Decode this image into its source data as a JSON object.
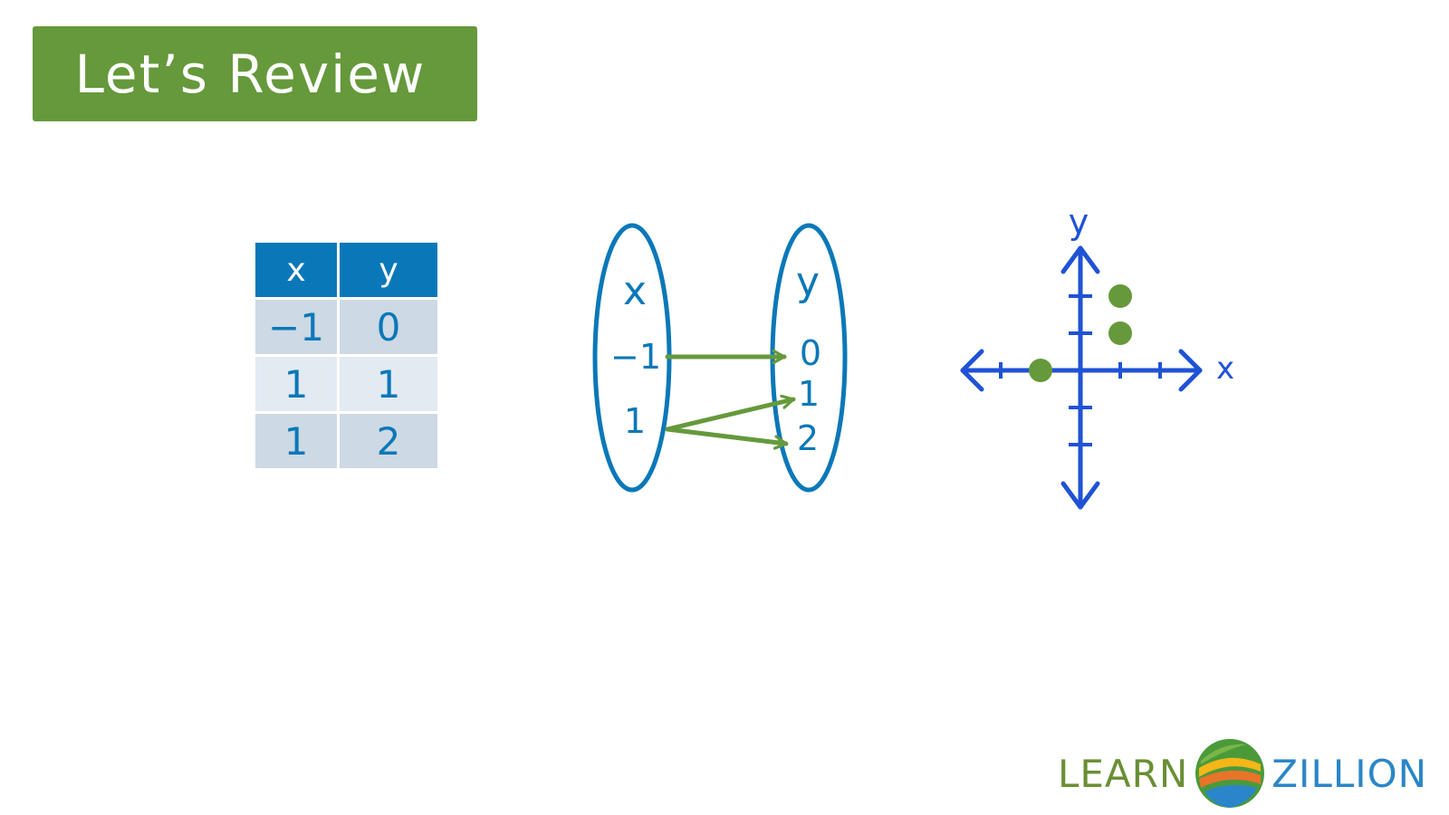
{
  "colors": {
    "green": "#65993b",
    "blue": "#0a78b8",
    "axis_blue": "#1f52d6",
    "row_dark": "#cdd9e4",
    "row_light": "#e2eaf2",
    "logo_green": "#6a8f34",
    "logo_blue": "#2a86c8"
  },
  "banner": {
    "title": "Let’s Review"
  },
  "table": {
    "headers": [
      "x",
      "y"
    ],
    "rows": [
      {
        "x": "−1",
        "y": "0"
      },
      {
        "x": "1",
        "y": "1"
      },
      {
        "x": "1",
        "y": "2"
      }
    ]
  },
  "mapping": {
    "domain_label": "x",
    "range_label": "y",
    "domain": [
      "−1",
      "1"
    ],
    "range": [
      "0",
      "1",
      "2"
    ],
    "arrows": [
      {
        "from": "−1",
        "to": "0"
      },
      {
        "from": "1",
        "to": "1"
      },
      {
        "from": "1",
        "to": "2"
      }
    ]
  },
  "graph": {
    "x_label": "x",
    "y_label": "y",
    "points": [
      {
        "x": -1,
        "y": 0
      },
      {
        "x": 1,
        "y": 1
      },
      {
        "x": 1,
        "y": 2
      }
    ]
  },
  "logo": {
    "left": "LEARN",
    "right": "ZILLION"
  }
}
